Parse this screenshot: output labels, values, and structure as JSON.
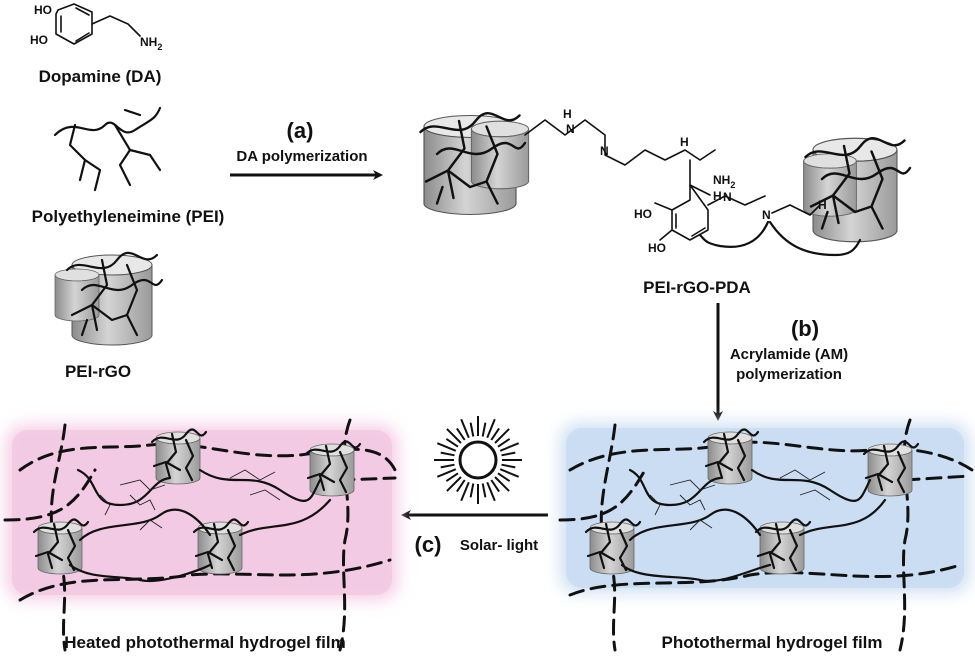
{
  "reagents": {
    "dopamine": {
      "label": "Dopamine (DA)",
      "atoms": {
        "ho_top": "HO",
        "ho_bottom": "HO",
        "nh2": "NH2"
      }
    },
    "pei": {
      "label": "Polyethyleneimine (PEI)"
    },
    "pei_rgo": {
      "label": "PEI-rGO"
    }
  },
  "products": {
    "pei_rgo_pda": {
      "label": "PEI-rGO-PDA",
      "atoms": [
        "H",
        "N",
        "H",
        "N",
        "NH2",
        "H",
        "N",
        "N",
        "H",
        "HO",
        "HO"
      ]
    },
    "photothermal_film": {
      "label": "Photothermal hydrogel film"
    },
    "heated_film": {
      "label": "Heated photothermal hydrogel film"
    }
  },
  "steps": {
    "a": {
      "letter": "(a)",
      "text": "DA polymerization"
    },
    "b": {
      "letter": "(b)",
      "line1": "Acrylamide (AM)",
      "line2": "polymerization"
    },
    "c": {
      "letter": "(c)",
      "text": "Solar- light"
    }
  },
  "icons": [
    "sun-icon",
    "graphene-sheet-icon"
  ],
  "colors": {
    "heated_panel": "#f5cfe6",
    "photothermal_panel": "#cfe0f3",
    "sheet": "#b5b5b5"
  }
}
